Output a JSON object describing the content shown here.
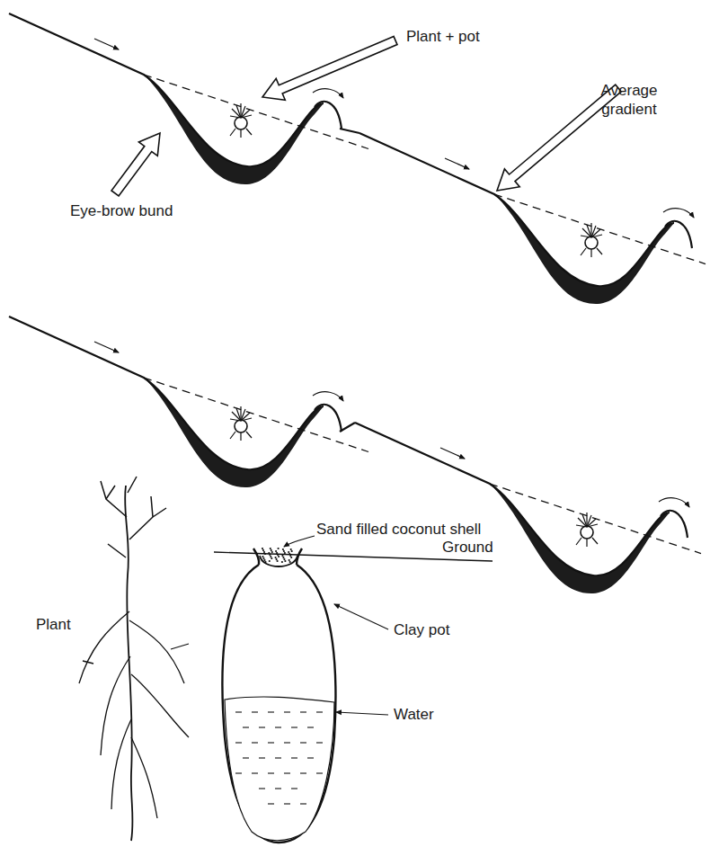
{
  "diagram": {
    "labels": [
      "Plant + pot",
      "Average gradient",
      "Eye-brow bund",
      "Sand filled coconut shell",
      "Ground",
      "Plant",
      "Clay pot",
      "Water"
    ]
  }
}
